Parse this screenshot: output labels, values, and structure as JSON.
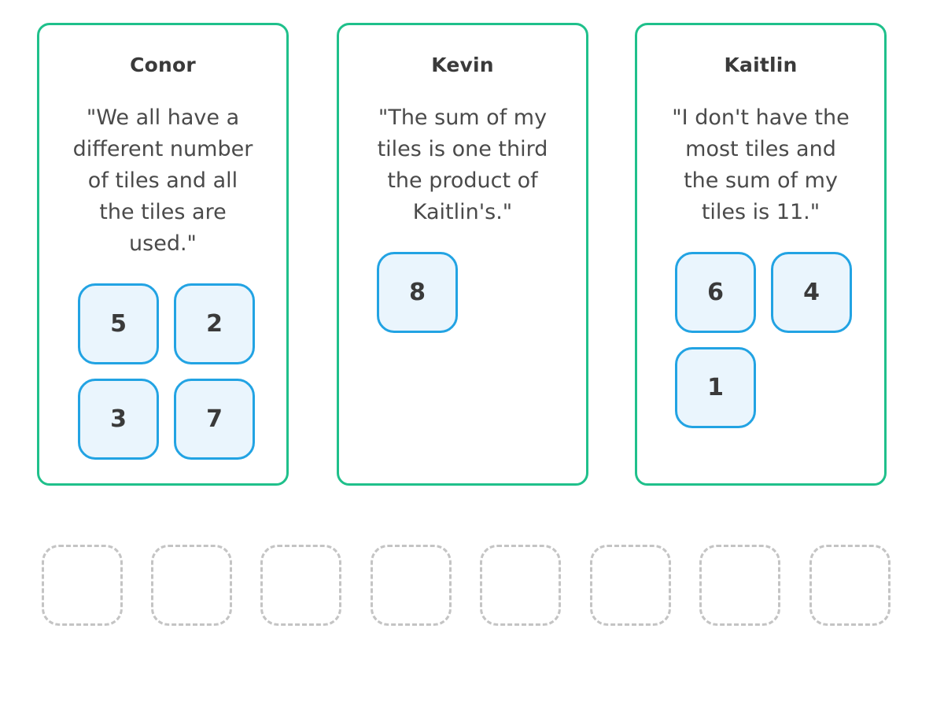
{
  "cards": [
    {
      "name": "Conor",
      "quote": "\"We all have a different number of tiles and all the tiles are used.\"",
      "tiles": [
        "5",
        "2",
        "3",
        "7"
      ]
    },
    {
      "name": "Kevin",
      "quote": "\"The sum of my tiles is one third the product of Kaitlin's.\"",
      "tiles": [
        "8"
      ]
    },
    {
      "name": "Kaitlin",
      "quote": "\"I don't have the most tiles and the sum of my tiles is 11.\"",
      "tiles": [
        "6",
        "4",
        "1"
      ]
    }
  ],
  "tray": {
    "slot_count": 8
  },
  "colors": {
    "card_border": "#1fc08b",
    "tile_border": "#22a3e3",
    "tile_fill": "#eaf5fd",
    "slot_border": "#c4c4c4"
  }
}
